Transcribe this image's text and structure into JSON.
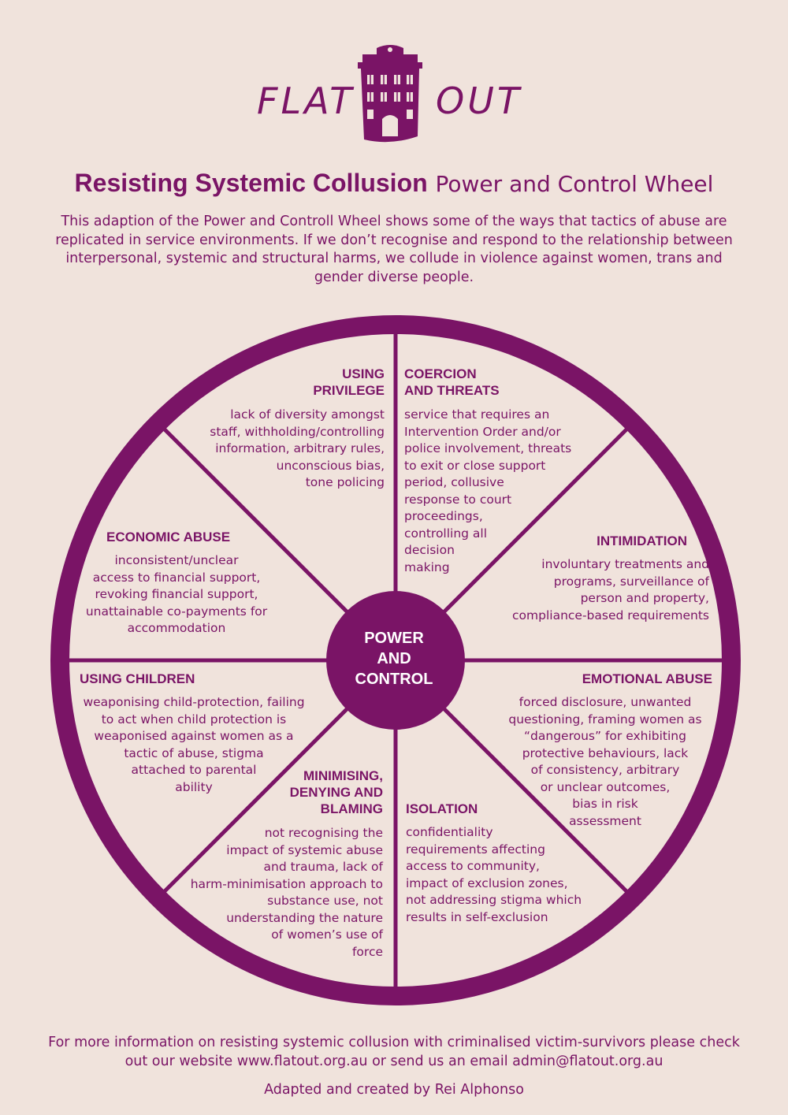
{
  "brand": {
    "logo_left": "FLAT",
    "logo_right": "OUT",
    "color": "#7a1466"
  },
  "title": {
    "bold": "Resisting Systemic Collusion",
    "light": "Power and Control Wheel"
  },
  "intro": "This adaption of the Power and Controll Wheel shows some of the ways that tactics of abuse are replicated in service environments. If we don’t recognise and respond to the relationship between interpersonal, systemic and structural harms, we collude in violence against women, trans and gender diverse people.",
  "wheel": {
    "hub": "POWER\nAND\nCONTROL",
    "segments": [
      {
        "heading": "USING\nPRIVILEGE",
        "text": "lack of diversity amongst\nstaff, withholding/controlling\ninformation, arbitrary rules,\nunconscious bias,\ntone policing"
      },
      {
        "heading": "COERCION\nAND THREATS",
        "text": "service that requires an\nIntervention Order and/or\npolice involvement, threats\nto exit or close support\nperiod, collusive\nresponse to court\nproceedings,\ncontrolling all\ndecision\nmaking"
      },
      {
        "heading": "INTIMIDATION",
        "text": "involuntary treatments and\nprograms, surveillance of\nperson and property,\ncompliance-based requirements"
      },
      {
        "heading": "EMOTIONAL ABUSE",
        "text": "forced disclosure, unwanted\nquestioning, framing women as\n“dangerous” for exhibiting\nprotective behaviours, lack\nof consistency, arbitrary\nor unclear outcomes,\nbias in risk\nassessment"
      },
      {
        "heading": "ISOLATION",
        "text": "confidentiality\nrequirements affecting\naccess to community,\nimpact of exclusion zones,\nnot addressing stigma which\nresults in self-exclusion"
      },
      {
        "heading": "MINIMISING,\nDENYING AND\nBLAMING",
        "text": "not recognising the\nimpact of systemic abuse\nand trauma, lack of\nharm-minimisation approach to\nsubstance use, not\nunderstanding the nature\nof women’s use of\nforce"
      },
      {
        "heading": "USING CHILDREN",
        "text": "weaponising child-protection, failing\nto act when child protection is\nweaponised against women as a\ntactic of abuse, stigma\nattached to parental\nability"
      },
      {
        "heading": "ECONOMIC ABUSE",
        "text": "inconsistent/unclear\naccess to financial support,\nrevoking financial support,\nunattainable co-payments for\naccommodation"
      }
    ]
  },
  "footer": {
    "info": "For more information on resisting systemic collusion with criminalised victim-survivors please check out our website www.flatout.org.au or send us an email admin@flatout.org.au",
    "credit": "Adapted and created by Rei Alphonso"
  }
}
